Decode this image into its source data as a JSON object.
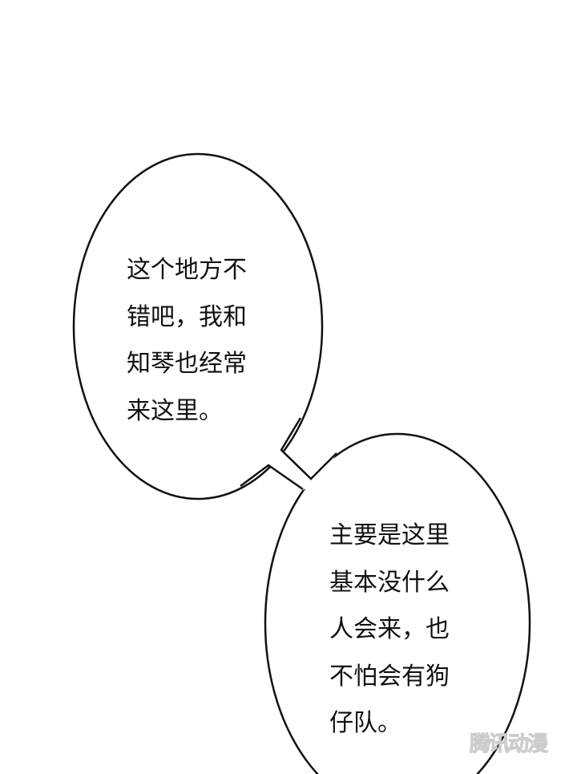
{
  "bubbles": [
    {
      "lines": [
        "这个地方不",
        "错吧，我和",
        "知琴也经常",
        "来这里。"
      ]
    },
    {
      "lines": [
        "主要是这里",
        "基本没什么",
        "人会来，也",
        "不怕会有狗",
        "仔队。"
      ]
    }
  ],
  "watermark": "腾讯动漫"
}
